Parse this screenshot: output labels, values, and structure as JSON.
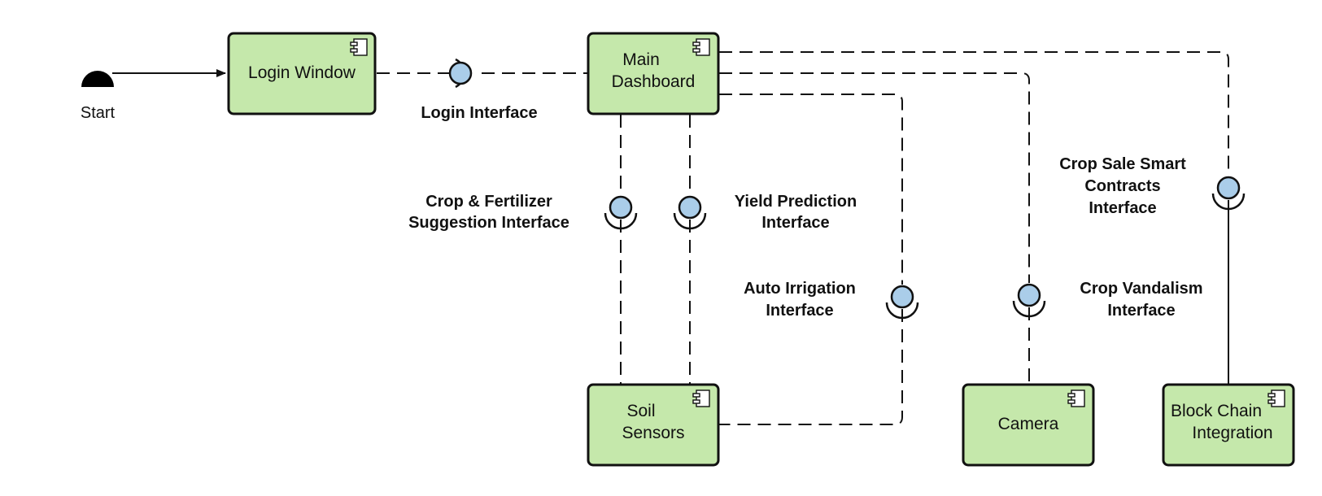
{
  "start": {
    "label": "Start"
  },
  "components": {
    "login_window": {
      "label": "Login Window"
    },
    "main_dashboard": {
      "line1": "Main",
      "line2": "Dashboard"
    },
    "soil_sensors": {
      "line1": "Soil",
      "line2": "Sensors"
    },
    "camera": {
      "label": "Camera"
    },
    "block_chain": {
      "line1": "Block Chain",
      "line2": "Integration"
    }
  },
  "interfaces": {
    "login": {
      "label": "Login Interface"
    },
    "crop_fertilizer": {
      "line1": "Crop & Fertilizer",
      "line2": "Suggestion Interface"
    },
    "yield_prediction": {
      "line1": "Yield Prediction",
      "line2": "Interface"
    },
    "auto_irrigation": {
      "line1": "Auto Irrigation",
      "line2": "Interface"
    },
    "crop_vandalism": {
      "line1": "Crop Vandalism",
      "line2": "Interface"
    },
    "crop_sale": {
      "line1": "Crop Sale Smart",
      "line2": "Contracts",
      "line3": "Interface"
    }
  },
  "colors": {
    "component_fill": "#c5e8ab",
    "interface_ball": "#aacde9",
    "stroke": "#111111"
  },
  "icons": {
    "component": "uml-component-icon"
  }
}
